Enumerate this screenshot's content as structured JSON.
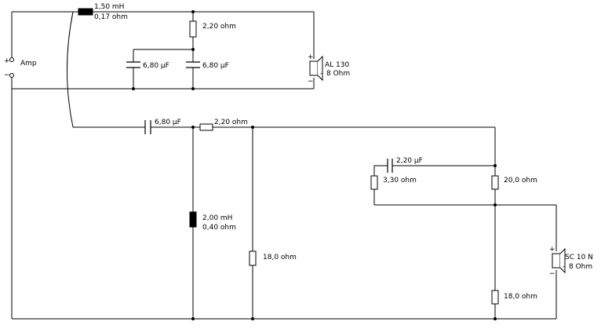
{
  "source": {
    "label": "Amp",
    "plus": "+",
    "minus": "−"
  },
  "tweeter_section": {
    "series_inductor": {
      "value": "1,50 mH",
      "resistance": "0,17 ohm"
    },
    "resistor": "2,20 ohm",
    "cap_left": "6,80 µF",
    "cap_right": "6,80 µF",
    "speaker": {
      "name": "AL 130",
      "impedance": "8 Ohm",
      "plus": "+",
      "minus": "−"
    }
  },
  "woofer_section": {
    "series_cap": "6,80 µF",
    "series_resistor": "2,20 ohm",
    "shunt_inductor": {
      "value": "2,00 mH",
      "resistance": "0,40 ohm"
    },
    "shunt_resistor": "18,0 ohm",
    "notch_cap": "2,20 µF",
    "notch_resistor": "3,30 ohm",
    "series_resistor_2": "20,0 ohm",
    "shunt_resistor_2": "18,0 ohm",
    "speaker": {
      "name": "SC 10 N",
      "impedance": "8 Ohm",
      "plus": "+",
      "minus": "−"
    }
  }
}
